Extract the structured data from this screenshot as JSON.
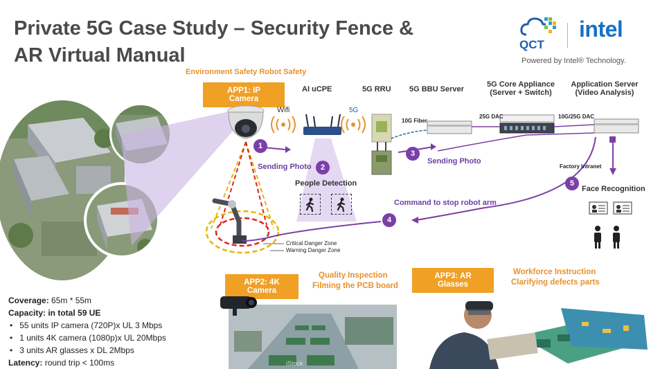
{
  "title": "Private 5G Case Study – Security Fence & AR Virtual Manual",
  "logo": {
    "brand1": "QCT",
    "brand2": "intel",
    "powered_by": "Powered by Intel® Technology."
  },
  "env_safety": "Environment Safety Robot Safety",
  "app1": "APP1: IP Camera",
  "app2": "APP2: 4K Camera",
  "app3": "APP3: AR Glasses",
  "nodes": {
    "ai_ucpe": "AI uCPE",
    "rru": "5G RRU",
    "bbu": "5G BBU Server",
    "core_line1": "5G Core Appliance",
    "core_line2": "(Server + Switch)",
    "app_server_line1": "Application Server",
    "app_server_line2": "(Video Analysis)"
  },
  "links": {
    "wifi": "Wifi",
    "five_g": "5G",
    "fiber": "10G Fiber",
    "dac25": "25G DAC",
    "dac10_25": "10G/25G DAC",
    "intranet": "Factory Intranet"
  },
  "steps": [
    "1",
    "2",
    "3",
    "4",
    "5"
  ],
  "flow": {
    "sending1": "Sending Photo",
    "people_detection": "People Detection",
    "sending2": "Sending Photo",
    "face_recognition": "Face Recognition",
    "command": "Command to stop robot arm"
  },
  "zones": {
    "critical": "Critical Danger Zone",
    "warning": "Warning Danger Zone"
  },
  "app2_text": {
    "line1": "Quality Inspection",
    "line2": "Filming the PCB board"
  },
  "app3_text": {
    "line1": "Workforce Instruction",
    "line2": "Clarifying defects parts"
  },
  "stock_mark": "iStock",
  "info": {
    "coverage_label": "Coverage:",
    "coverage_value": " 65m * 55m",
    "capacity": "Capacity: in total 59 UE",
    "items": [
      "55 units IP camera (720P)x UL 3 Mbps",
      "1 units 4K camera (1080p)x UL 20Mbps",
      "3 units AR glasses x DL 2Mbps"
    ],
    "latency_label": "Latency:",
    "latency_value": " round trip < 100ms"
  },
  "colors": {
    "accent_purple": "#7b3fa6",
    "orange": "#e8912c",
    "app_box": "#f0a025",
    "intel_blue": "#1671c4",
    "qct_blue": "#1f5fa8"
  }
}
